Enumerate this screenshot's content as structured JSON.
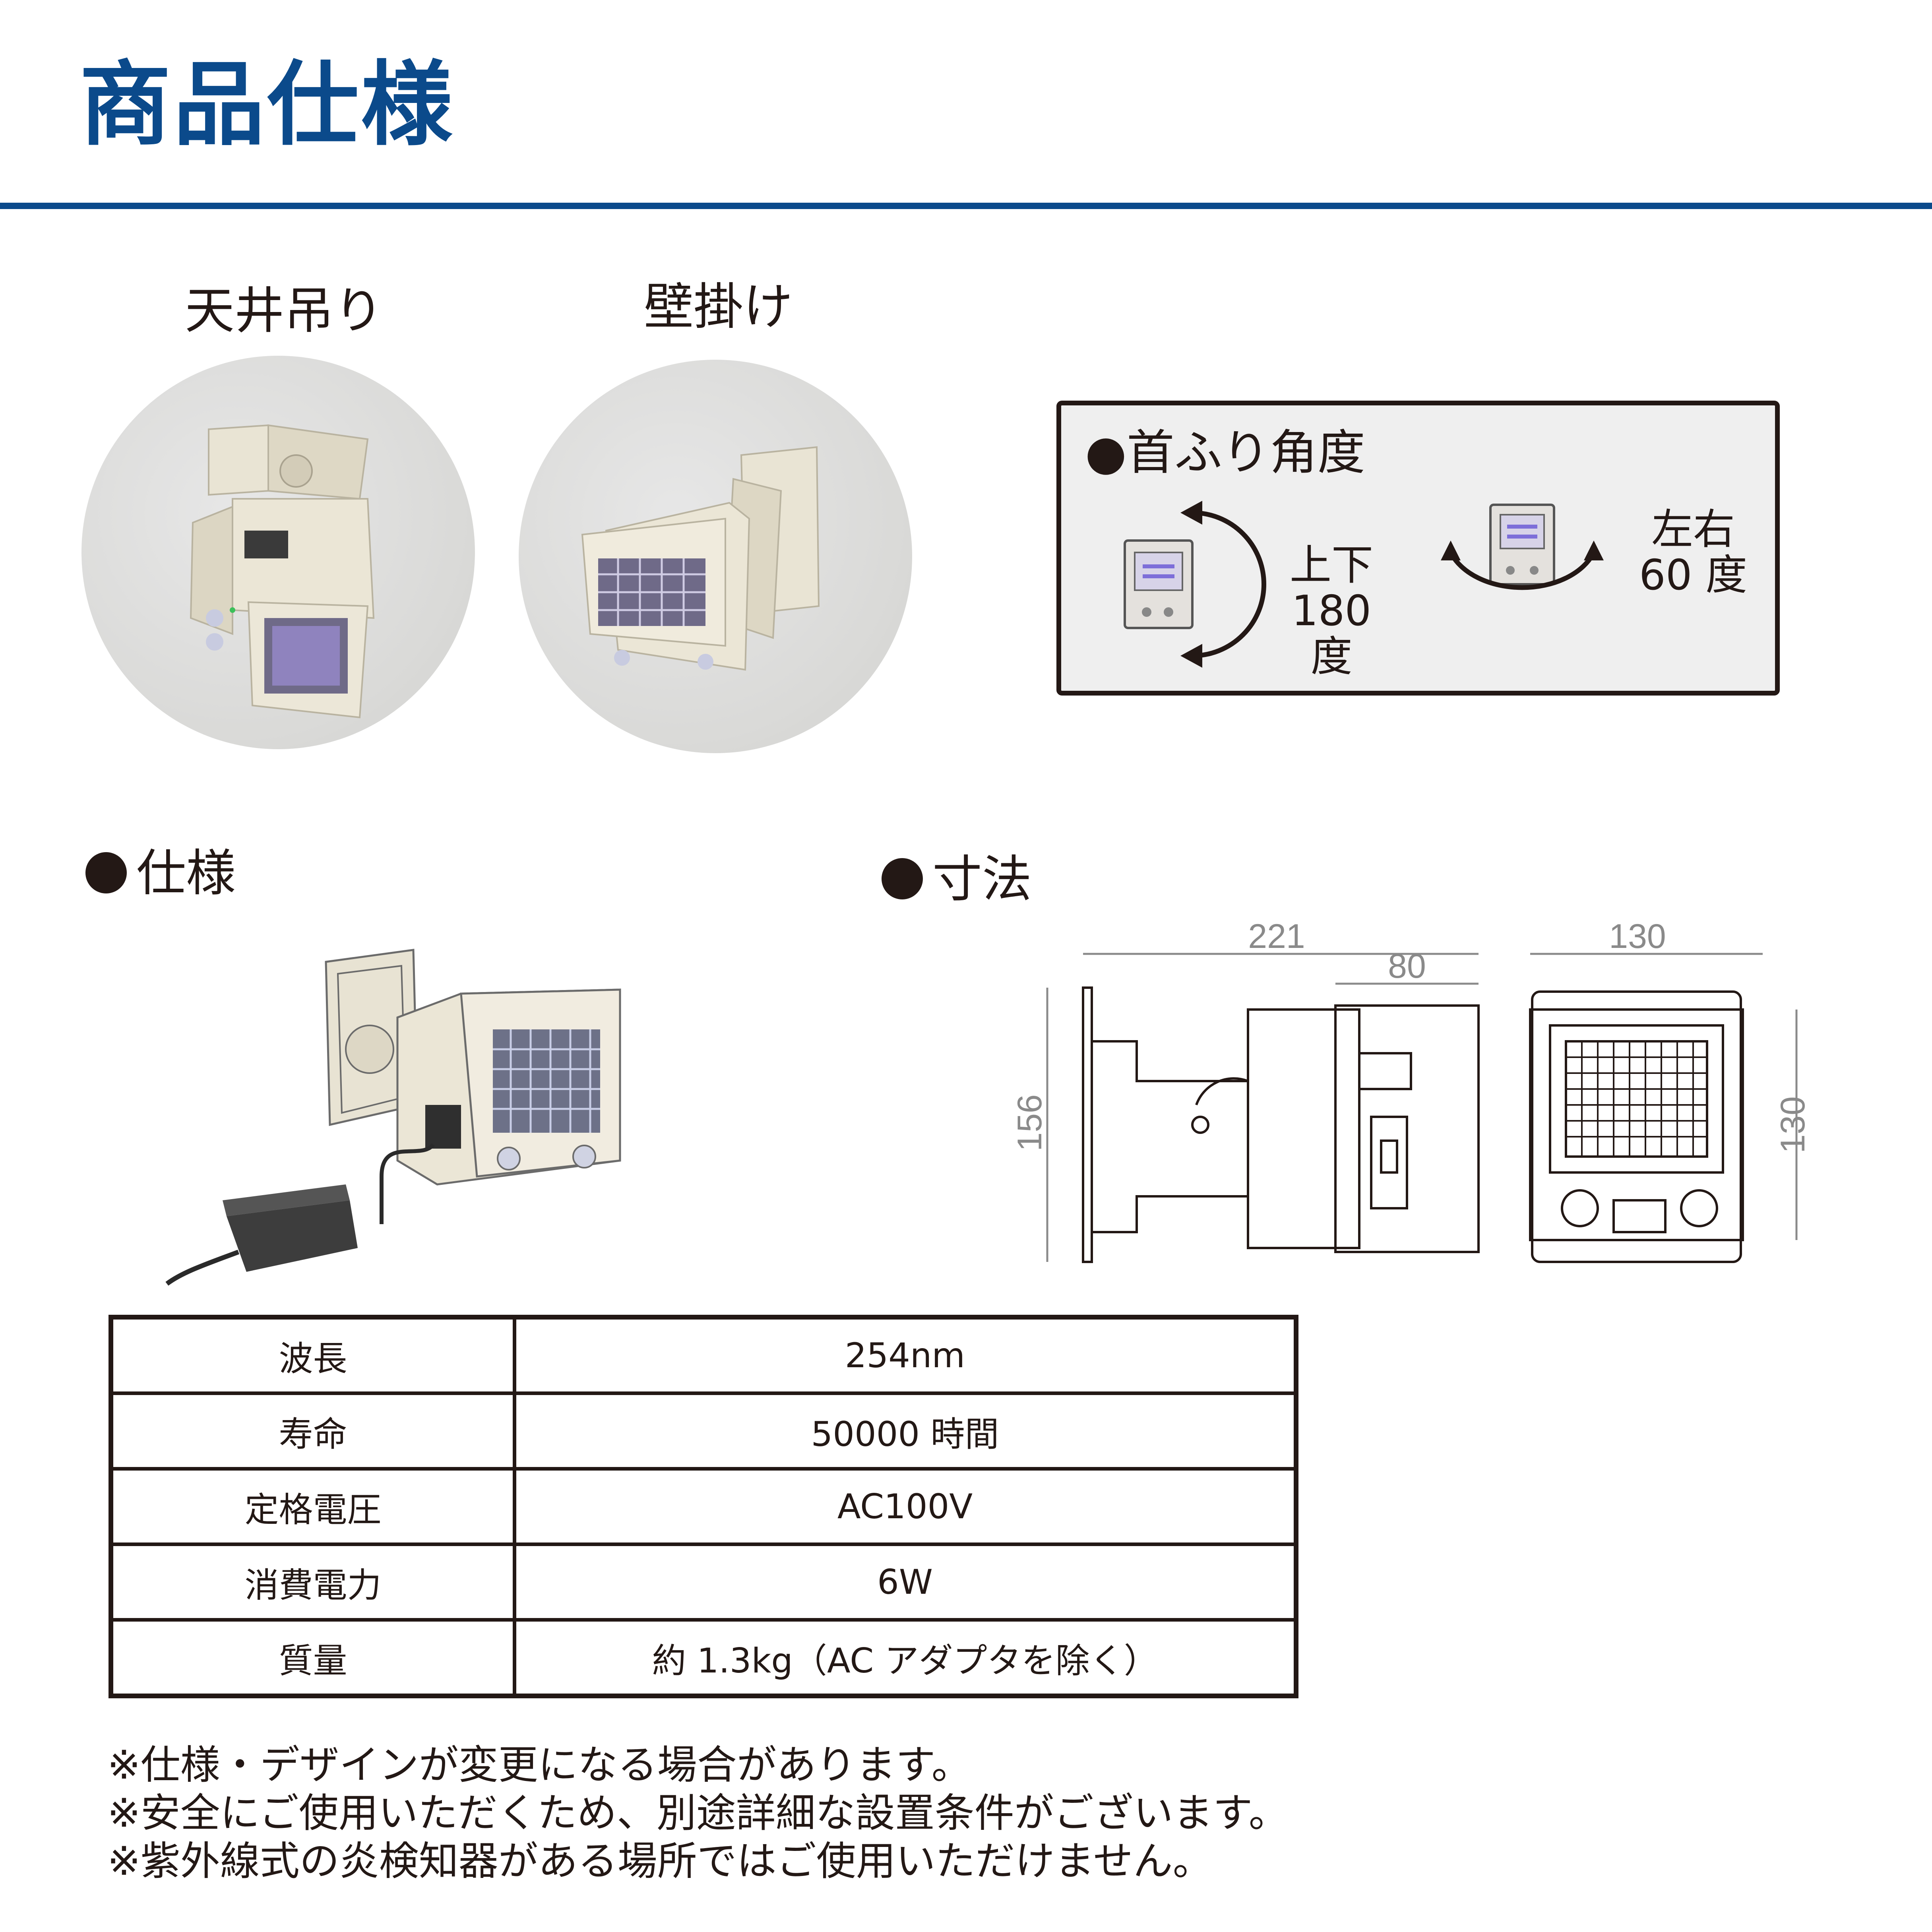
{
  "page": {
    "title": "商品仕様",
    "accent_color": "#0b4a8b"
  },
  "mounting": [
    {
      "label": "天井吊り"
    },
    {
      "label": "壁掛け"
    }
  ],
  "swivel": {
    "heading": "●首ふり角度",
    "vertical": {
      "line1": "上下",
      "line2": "180 度"
    },
    "horizontal": {
      "line1": "左右",
      "line2": "60 度"
    }
  },
  "sections": {
    "spec": "仕様",
    "dimensions": "寸法"
  },
  "dimensions": {
    "side_width": "221",
    "side_depth": "80",
    "side_height": "156",
    "front_width": "130",
    "front_height": "130"
  },
  "specs": [
    {
      "label": "波長",
      "value": "254nm"
    },
    {
      "label": "寿命",
      "value": "50000 時間"
    },
    {
      "label": "定格電圧",
      "value": "AC100V"
    },
    {
      "label": "消費電力",
      "value": "6W"
    },
    {
      "label": "質量",
      "value": "約 1.3kg（AC アダプタを除く）"
    }
  ],
  "notes": [
    "※仕様・デザインが変更になる場合があります。",
    "※安全にご使用いただくため、別途詳細な設置条件がございます。",
    "※紫外線式の炎検知器がある場所ではご使用いただけません。"
  ]
}
